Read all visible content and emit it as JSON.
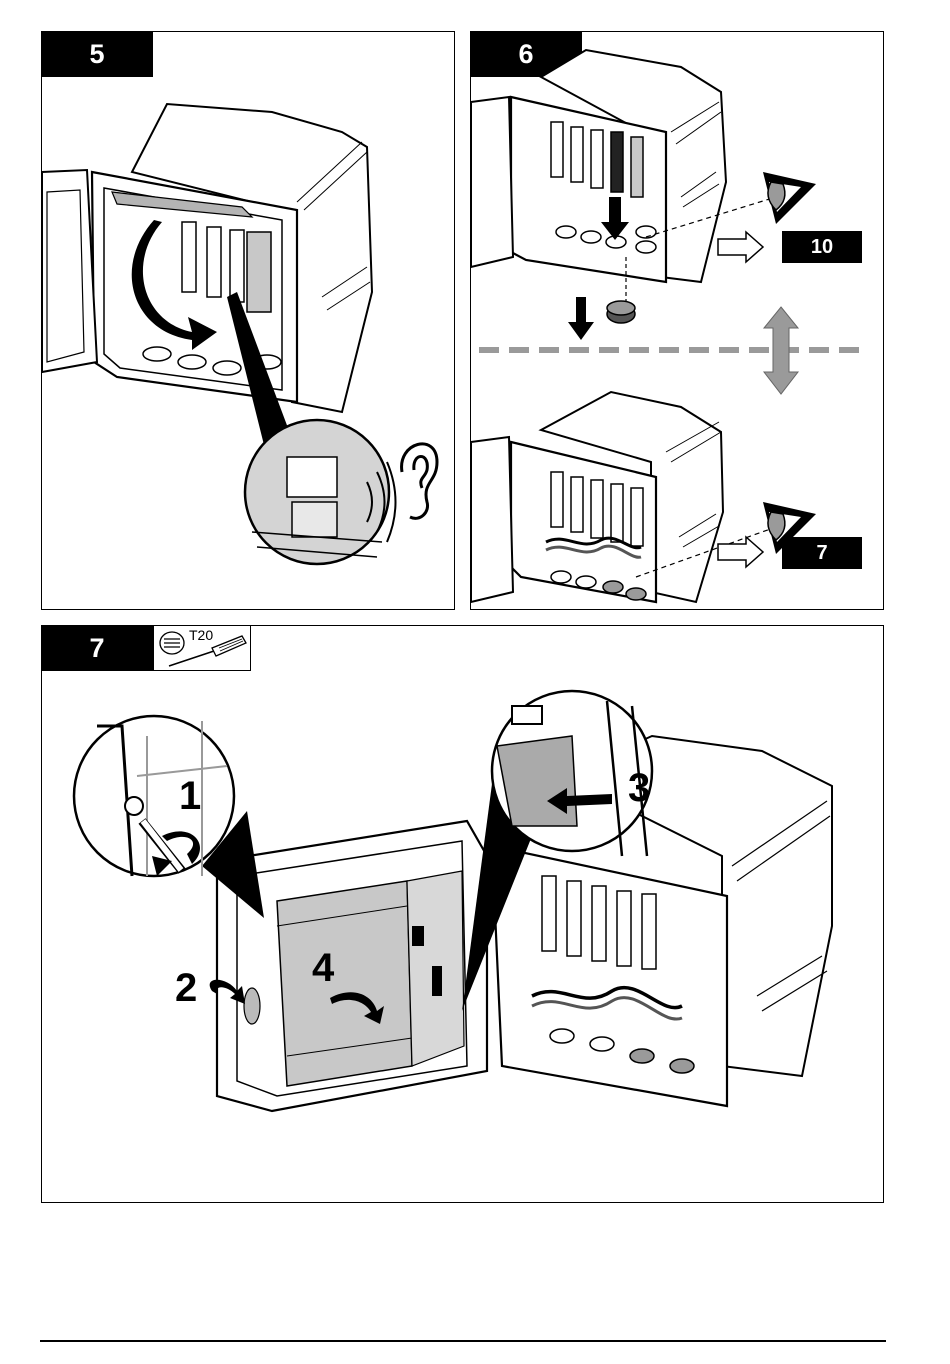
{
  "steps": {
    "step5": {
      "number": "5"
    },
    "step6": {
      "number": "6",
      "outcomes": [
        {
          "goto_label": "10"
        },
        {
          "goto_label": "7"
        }
      ]
    },
    "step7": {
      "number": "7",
      "tool": {
        "label": "T20",
        "icon": "torx-screwdriver-icon"
      },
      "callouts": [
        "1",
        "2",
        "3",
        "4"
      ]
    }
  },
  "colors": {
    "badge_bg": "#000000",
    "badge_text": "#ffffff",
    "accent_gray": "#9a9a9a",
    "component_gray": "#c8c8c8"
  }
}
